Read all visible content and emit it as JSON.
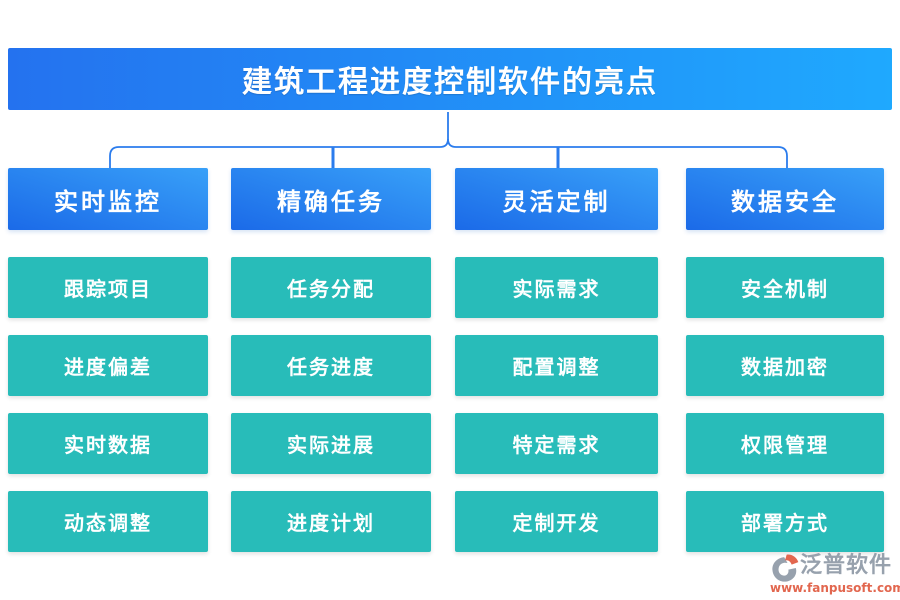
{
  "page": {
    "title": "建筑工程进度控制软件的亮点"
  },
  "colors": {
    "banner_gradient_start": "#2472EF",
    "banner_gradient_end": "#1FA9FE",
    "header_gradient_start": "#1B6AE8",
    "header_gradient_end": "#38A0F8",
    "item_teal": "#28BCB9",
    "connector_blue": "#2B7CED",
    "logo_gray": "#97A1AD",
    "logo_orange": "#E2674F"
  },
  "columns": [
    {
      "header": "实时监控",
      "items": [
        "跟踪项目",
        "进度偏差",
        "实时数据",
        "动态调整"
      ]
    },
    {
      "header": "精确任务",
      "items": [
        "任务分配",
        "任务进度",
        "实际进展",
        "进度计划"
      ]
    },
    {
      "header": "灵活定制",
      "items": [
        "实际需求",
        "配置调整",
        "特定需求",
        "定制开发"
      ]
    },
    {
      "header": "数据安全",
      "items": [
        "安全机制",
        "数据加密",
        "权限管理",
        "部署方式"
      ]
    }
  ],
  "footer_logo": {
    "brand": "泛普软件",
    "website": "www.fanpusoft.com"
  }
}
